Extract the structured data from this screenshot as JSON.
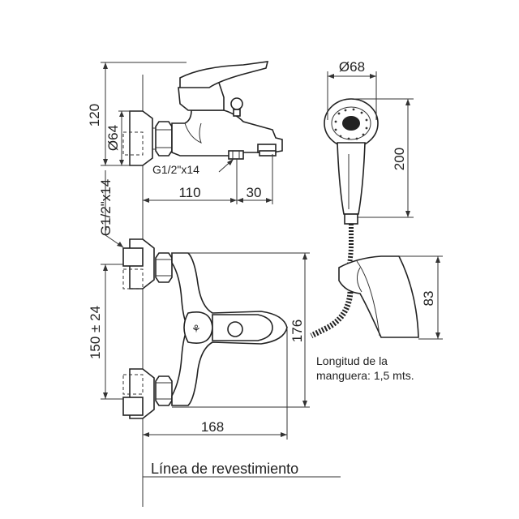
{
  "labels": {
    "top_height": "120",
    "top_diameter": "Ø64",
    "top_thread": "G1/2\"x14",
    "top_depth": "110",
    "top_spout": "30",
    "side_thread": "G1/2\"x14",
    "center_distance": "150 ± 24",
    "front_height": "176",
    "front_depth": "168",
    "shower_diameter": "Ø68",
    "shower_length": "200",
    "holder_height": "83",
    "hose_length_line1": "Longitud de la",
    "hose_length_line2": "manguera: 1,5 mts.",
    "wall_line": "Línea de revestimiento"
  }
}
